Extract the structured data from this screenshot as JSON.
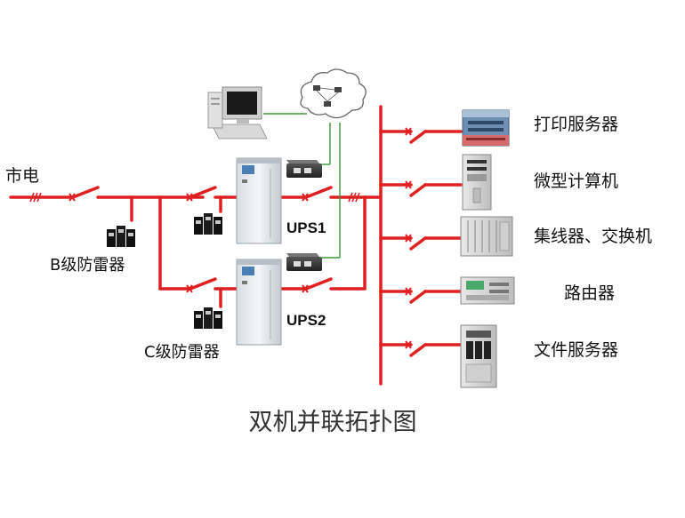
{
  "diagram": {
    "mains_label": "市电",
    "arrester_b_label": "B级防雷器",
    "arrester_c_label": "C级防雷器",
    "ups1_label": "UPS1",
    "ups2_label": "UPS2",
    "title": "双机并联拓扑图",
    "loads": [
      {
        "label": "打印服务器",
        "icon": "print-server-icon"
      },
      {
        "label": "微型计算机",
        "icon": "microcomputer-icon"
      },
      {
        "label": "集线器、交换机",
        "icon": "hub-switch-icon"
      },
      {
        "label": "路由器",
        "icon": "router-icon"
      },
      {
        "label": "文件服务器",
        "icon": "file-server-icon"
      }
    ],
    "colors": {
      "power_line": "#e02020",
      "network_line": "#3a9a3a",
      "breaker_mark": "#e02020"
    },
    "icons": [
      "monitoring-pc-icon",
      "network-cloud-icon",
      "snmp-card-icon",
      "surge-arrester-icon",
      "ups-cabinet-icon"
    ]
  }
}
